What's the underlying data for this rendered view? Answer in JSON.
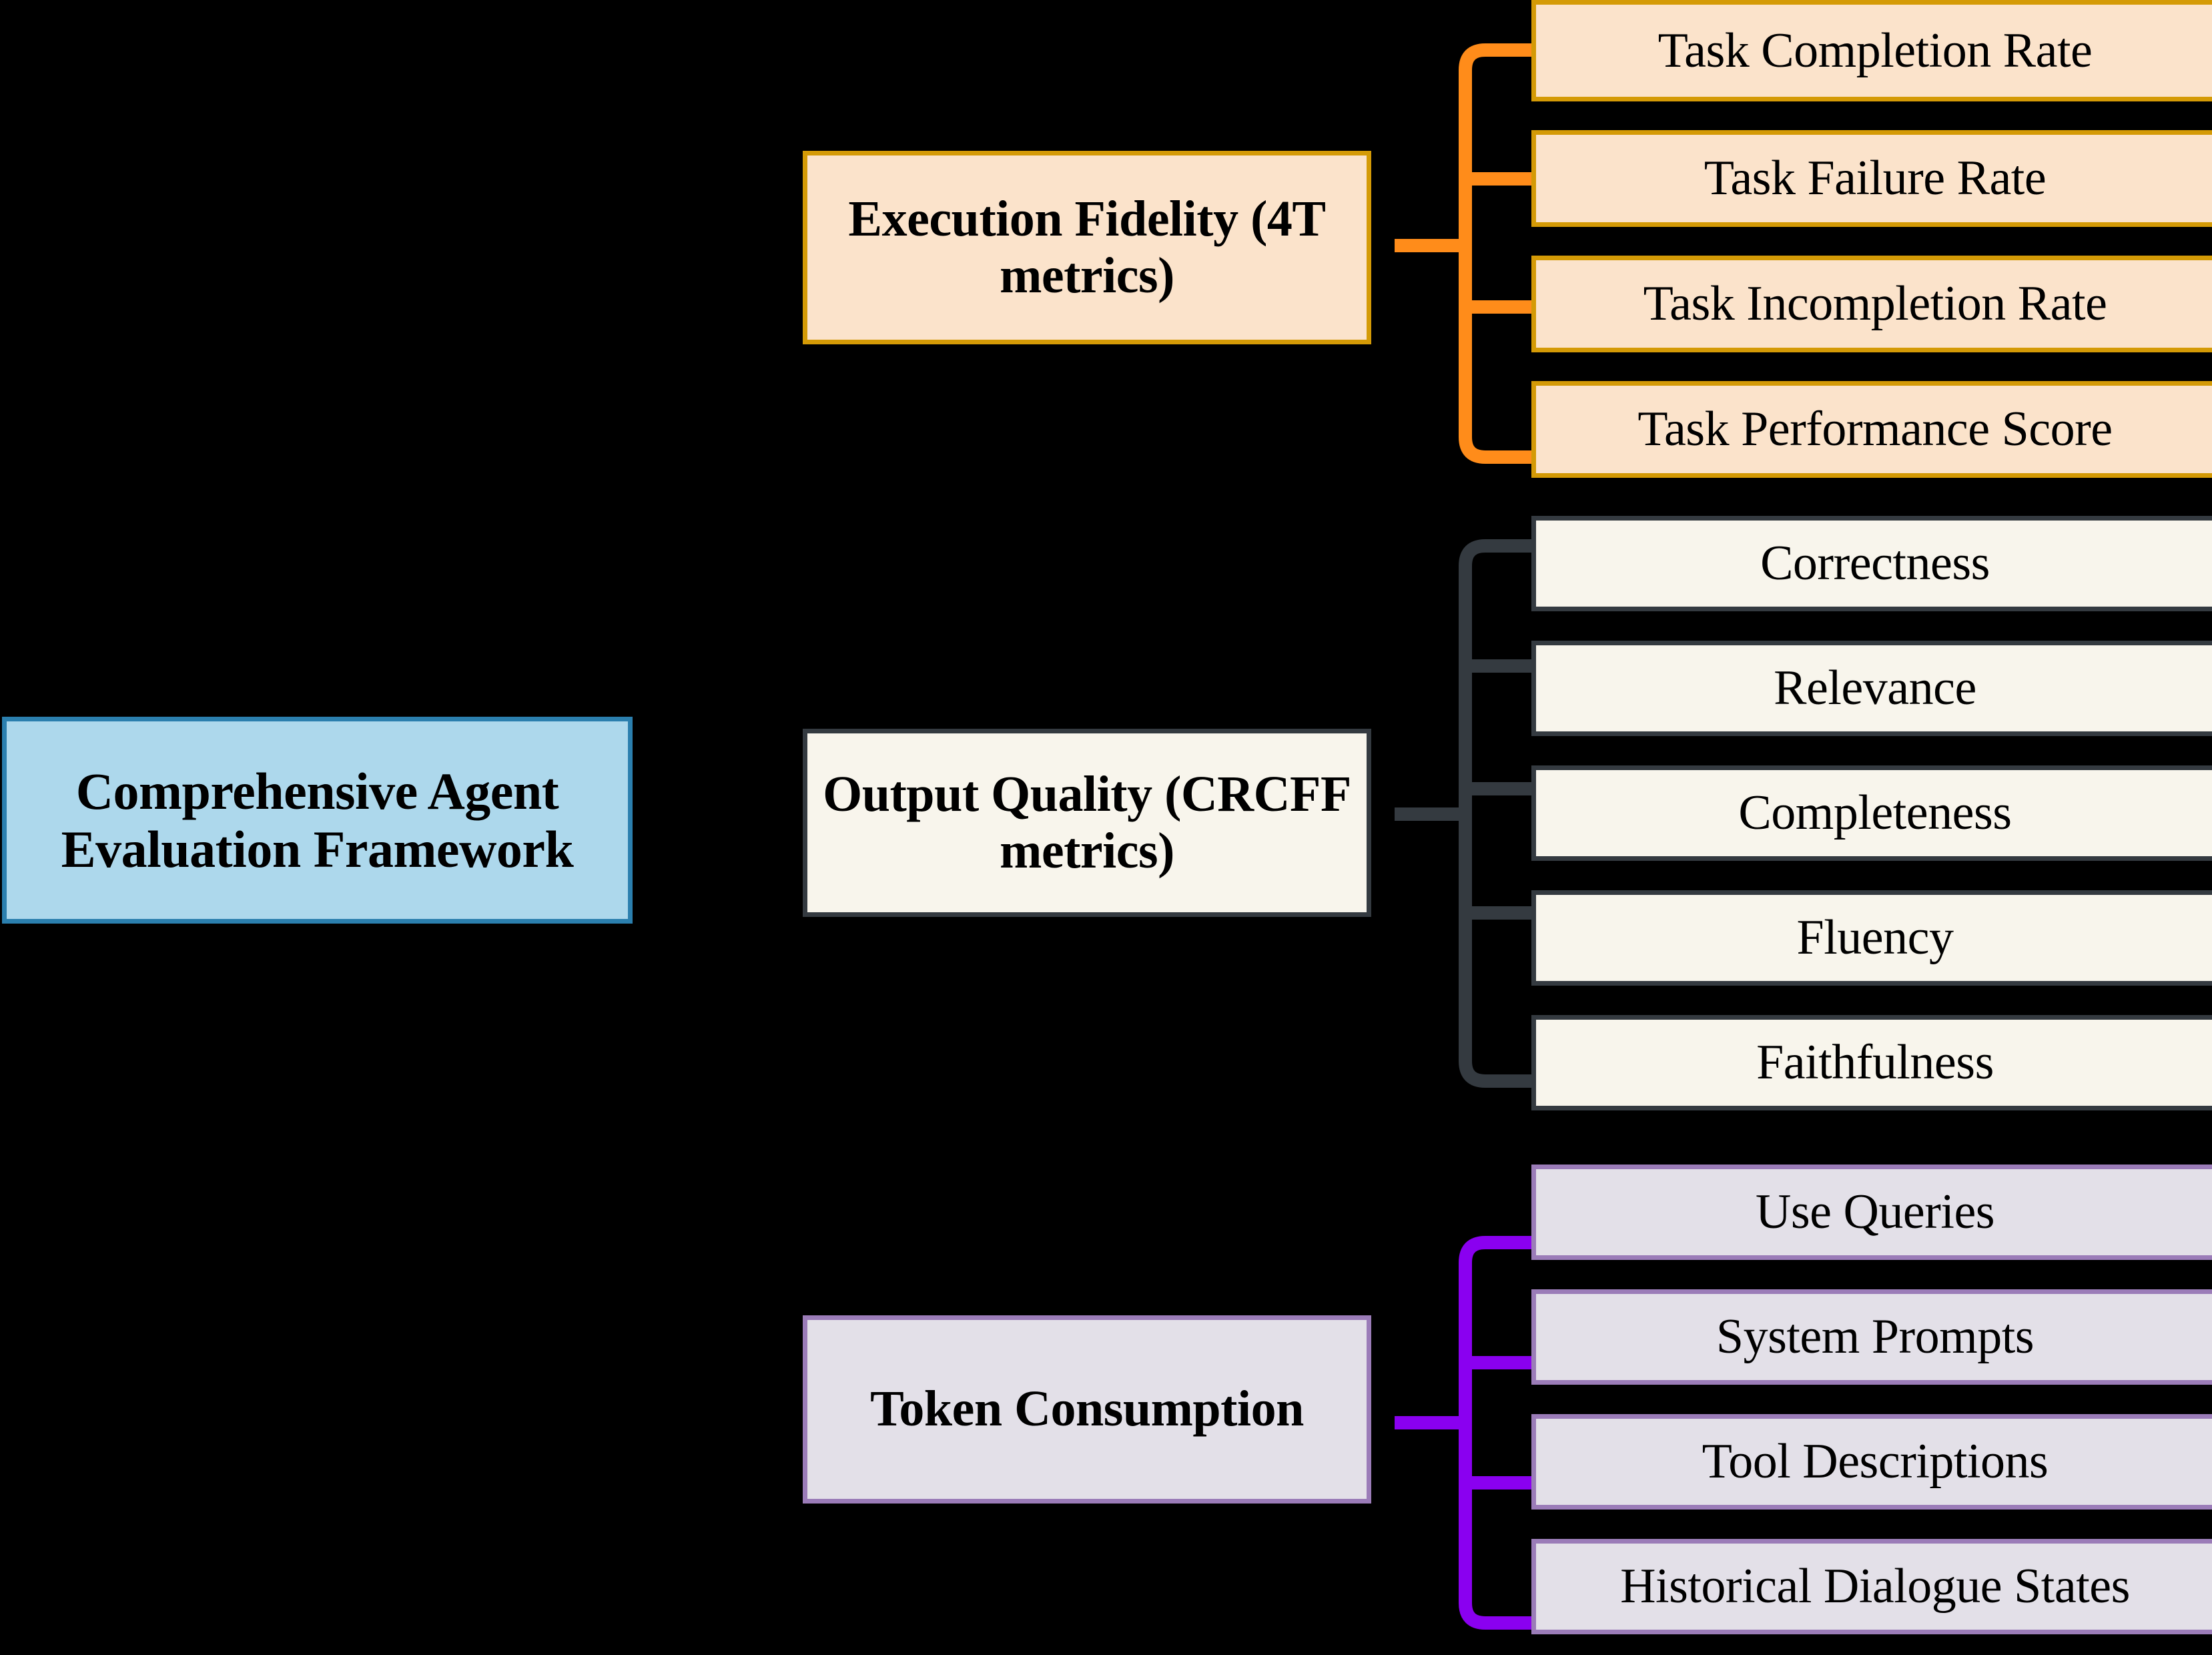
{
  "diagram": {
    "title": "Comprehensive Agent Evaluation Framework",
    "background_color": "#000000",
    "root": {
      "label_line1": "Comprehensive Agent",
      "label_line2": "Evaluation Framework",
      "fill": "#ADD8EC",
      "border": "#2B7FAE"
    },
    "branches": [
      {
        "id": "execution-fidelity",
        "label_line1": "Execution Fidelity",
        "label_line2": "(4T metrics)",
        "fill": "#FBE3CB",
        "border": "#D49A06",
        "connector_color": "#FF8C1A",
        "leaves": [
          {
            "label": "Task Completion Rate"
          },
          {
            "label": "Task Failure Rate"
          },
          {
            "label": "Task Incompletion Rate"
          },
          {
            "label": "Task Performance Score"
          }
        ]
      },
      {
        "id": "output-quality",
        "label_line1": "Output Quality",
        "label_line2": "(CRCFF metrics)",
        "fill": "#F8F5EC",
        "border": "#343A40",
        "connector_color": "#343A40",
        "leaves": [
          {
            "label": "Correctness"
          },
          {
            "label": "Relevance"
          },
          {
            "label": "Completeness"
          },
          {
            "label": "Fluency"
          },
          {
            "label": "Faithfulness"
          }
        ]
      },
      {
        "id": "token-consumption",
        "label_line1": "Token Consumption",
        "label_line2": "",
        "fill": "#E3E0E8",
        "border": "#9B7CB8",
        "connector_color": "#8A00F0",
        "leaves": [
          {
            "label": "Use Queries"
          },
          {
            "label": "System Prompts"
          },
          {
            "label": "Tool Descriptions"
          },
          {
            "label": "Historical Dialogue States"
          }
        ]
      }
    ]
  }
}
